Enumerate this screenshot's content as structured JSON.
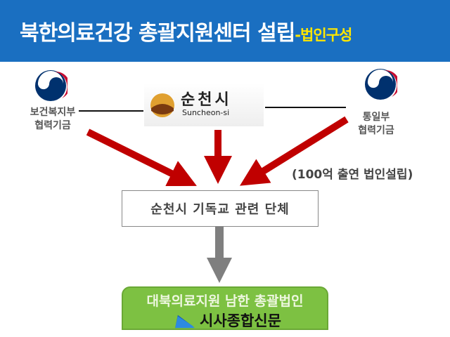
{
  "header": {
    "title": "북한의료건강 총괄지원센터 설립",
    "subtitle": "-법인구성"
  },
  "left_org": {
    "line1": "보건복지부",
    "line2": "협력기금"
  },
  "center_org": {
    "name_ko": "순천시",
    "name_en": "Suncheon-si"
  },
  "right_org": {
    "line1": "통일부",
    "line2": "협력기금"
  },
  "note": "(100억 출연 법인설립)",
  "middle_box": "순천시 기독교 관련 단체",
  "bottom_box": "대북의료지원 남한 총괄법인",
  "watermark": "시사종합신문",
  "colors": {
    "header": "#1a6fc1",
    "arrow": "#c00000",
    "green": "#7dc142"
  }
}
